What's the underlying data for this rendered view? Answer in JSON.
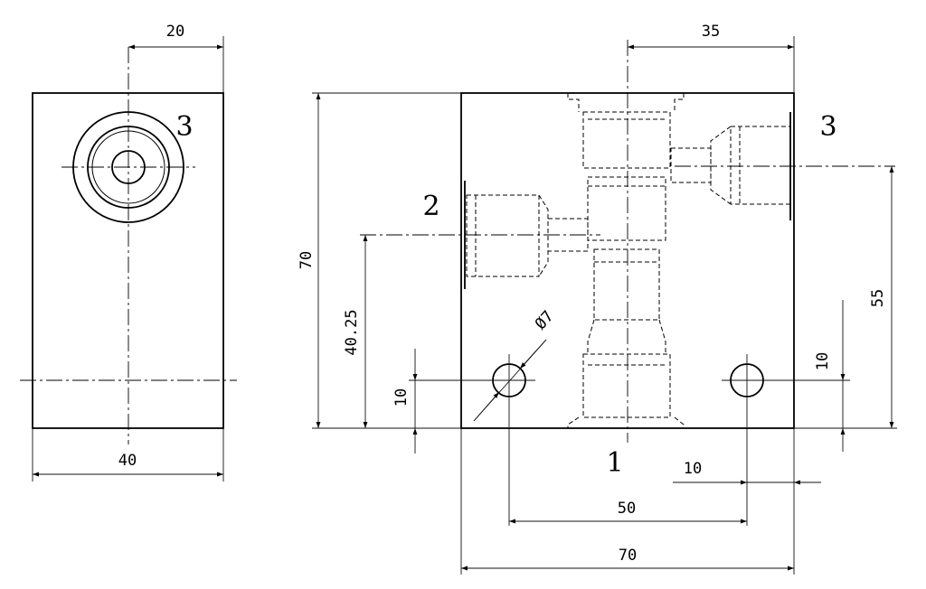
{
  "side_view": {
    "dim_top": "20",
    "dim_bottom": "40",
    "port_label": "3"
  },
  "front_view": {
    "dim_top": "35",
    "dim_left_height": "70",
    "dim_port2_height": "40.25",
    "dim_hole_left": "10",
    "dim_hole_right": "10",
    "dim_right_height": "55",
    "dim_hole_diameter": "Ø7",
    "dim_hole_edge": "10",
    "dim_holes_spacing": "50",
    "dim_bottom_width": "70",
    "port_1_label": "1",
    "port_2_label": "2",
    "port_3_label": "3"
  }
}
